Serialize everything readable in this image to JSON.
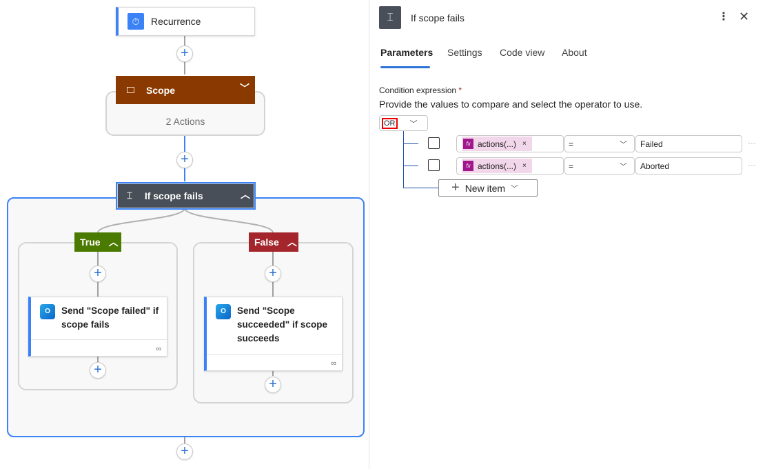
{
  "canvas": {
    "trigger": {
      "label": "Recurrence",
      "icon": "alarm-clock-icon"
    },
    "scope": {
      "label": "Scope",
      "summary": "2 Actions",
      "color": "#8a3a00",
      "icon": "scope-icon"
    },
    "condition": {
      "label": "If scope fails",
      "color": "#484f58",
      "icon": "condition-icon"
    },
    "true_branch": {
      "label": "True",
      "color": "#4b7a00",
      "action": "Send \"Scope failed\" if scope fails"
    },
    "false_branch": {
      "label": "False",
      "color": "#a4262c",
      "action": "Send \"Scope succeeded\" if scope succeeds"
    },
    "add_symbol": "+"
  },
  "panel": {
    "title": "If scope fails",
    "tabs": [
      "Parameters",
      "Settings",
      "Code view",
      "About"
    ],
    "active_tab": "Parameters",
    "field_label": "Condition expression",
    "required_mark": "*",
    "description": "Provide the values to compare and select the operator to use.",
    "group_operator": "OR",
    "rows": [
      {
        "token": "actions(...)",
        "operator": "=",
        "value": "Failed"
      },
      {
        "token": "actions(...)",
        "operator": "=",
        "value": "Aborted"
      }
    ],
    "new_item": "New item"
  }
}
